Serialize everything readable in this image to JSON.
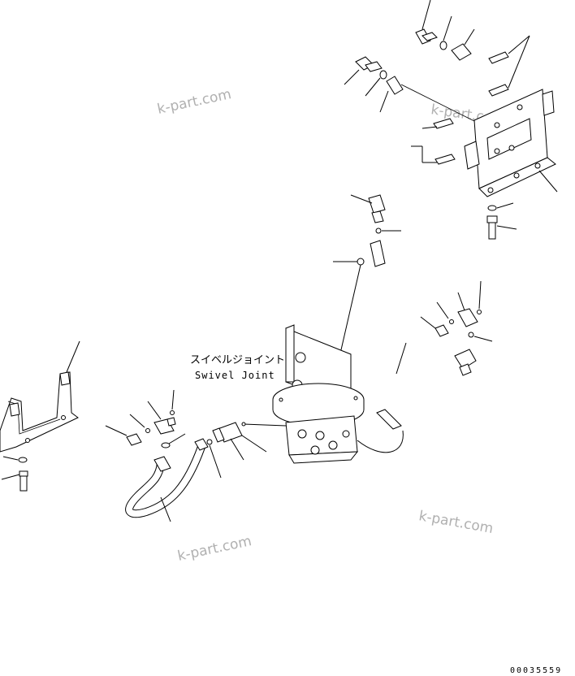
{
  "diagram": {
    "label_jp": "スイベルジョイント",
    "label_en": "Swivel Joint",
    "watermarks": [
      "k-part.com",
      "k-part.com",
      "k-part.com",
      "k-part.com"
    ],
    "drawing_code": "00035559"
  }
}
